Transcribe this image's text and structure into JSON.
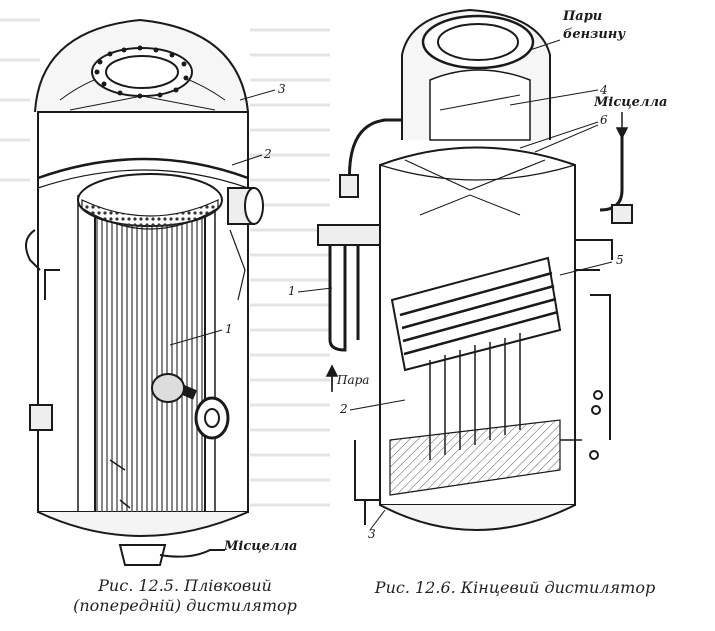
{
  "figure_left": {
    "caption_line1": "Рис. 12.5. Плівковий",
    "caption_line2": "(попередній) дистилятор",
    "callouts": [
      "3",
      "2",
      "1"
    ],
    "label_miscella": "Місцелла"
  },
  "figure_right": {
    "caption": "Рис. 12.6. Кінцевий дистилятор",
    "label_vapor_gasoline_line1": "Пари",
    "label_vapor_gasoline_line2": "бензину",
    "label_miscella": "Місцелла",
    "label_steam": "Пара",
    "callouts": [
      "4",
      "6",
      "5",
      "1",
      "2",
      "3"
    ]
  }
}
